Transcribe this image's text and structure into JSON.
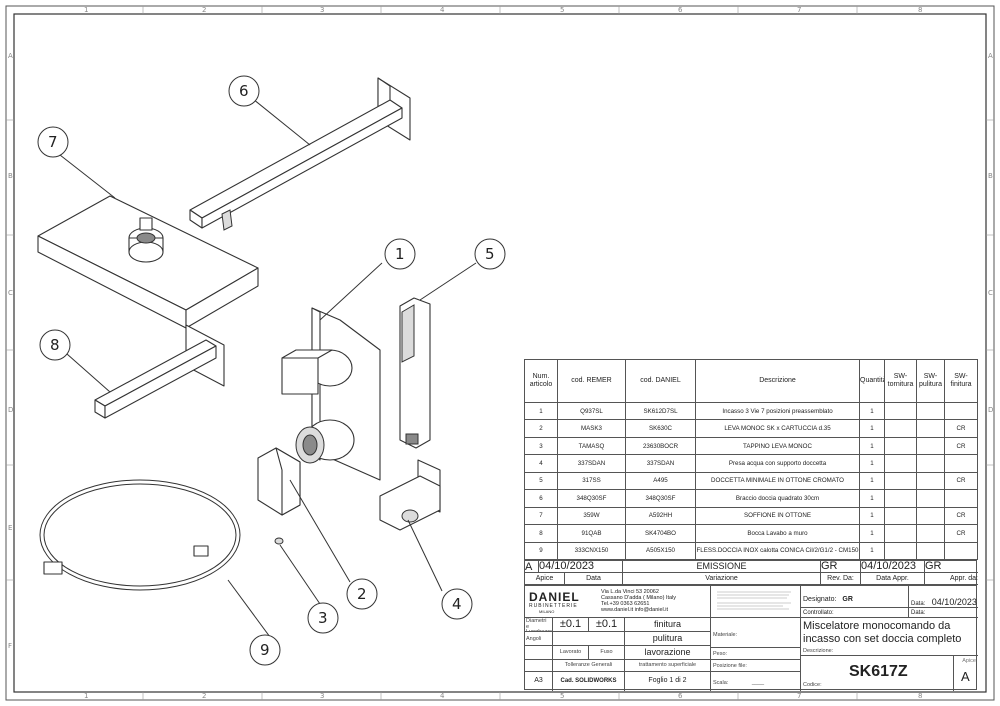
{
  "zones": {
    "cols": [
      "1",
      "2",
      "3",
      "4",
      "5",
      "6",
      "7",
      "8"
    ],
    "rows": [
      "A",
      "B",
      "C",
      "D",
      "E",
      "F"
    ]
  },
  "balloons": [
    "1",
    "2",
    "3",
    "4",
    "5",
    "6",
    "7",
    "8",
    "9"
  ],
  "bom": {
    "headers": [
      "Num. articolo",
      "cod. REMER",
      "cod. DANIEL",
      "Descrizione",
      "Quantità",
      "SW-tornitura",
      "SW-pulitura",
      "SW-finitura"
    ],
    "rows": [
      [
        "1",
        "Q937SL",
        "SK612D7SL",
        "Incasso 3 Vie 7 posizioni preassemblato",
        "1",
        "",
        "",
        ""
      ],
      [
        "2",
        "MASK3",
        "SK630C",
        "LEVA MONOC SK x CARTUCCIA d.35",
        "1",
        "",
        "",
        "CR"
      ],
      [
        "3",
        "TAMASQ",
        "23630BOCR",
        "TAPPINO LEVA MONOC",
        "1",
        "",
        "",
        "CR"
      ],
      [
        "4",
        "337SDAN",
        "337SDAN",
        "Presa acqua con supporto doccetta",
        "1",
        "",
        "",
        ""
      ],
      [
        "5",
        "317SS",
        "A495",
        "DOCCETTA MINIMALE IN OTTONE CROMATO",
        "1",
        "",
        "",
        "CR"
      ],
      [
        "6",
        "348Q30SF",
        "348Q30SF",
        "Braccio doccia quadrato 30cm",
        "1",
        "",
        "",
        ""
      ],
      [
        "7",
        "359W",
        "A592HH",
        "SOFFIONE IN OTTONE",
        "1",
        "",
        "",
        "CR"
      ],
      [
        "8",
        "91QAB",
        "SK4704BO",
        "Bocca Lavabo a muro",
        "1",
        "",
        "",
        "CR"
      ],
      [
        "9",
        "333CNX150",
        "A505X150",
        "FLESS.DOCCIA INOX calotta CONICA Cil/2/G1/2 - CM150",
        "1",
        "",
        "",
        ""
      ]
    ]
  },
  "revision": {
    "apice": "A",
    "data": "04/10/2023",
    "variazione": "EMISSIONE",
    "rev_da": "GR",
    "data_appr": "04/10/2023",
    "appr_da": "GR",
    "h_apice": "Apice",
    "h_data": "Data",
    "h_variazione": "Variazione",
    "h_rev_da": "Rev. Da:",
    "h_data_appr": "Data Appr.",
    "h_appr_da": "Appr. da:"
  },
  "company": {
    "logo": "DANIEL",
    "sub": "RUBINETTERIE",
    "city": "MILANO",
    "addr1": "Via L.da Vinci  53  20062",
    "addr2": "Cassano D'adda ( Milano) Italy",
    "addr3": "Tel.+39 0363 62651",
    "addr4": "www.daniel.it   info@daniel.it"
  },
  "title_block": {
    "disegnato_lbl": "Designato:",
    "disegnato": "GR",
    "data_lbl": "Data:",
    "data": "04/10/2023",
    "controllato_lbl": "Controllato:",
    "data2_lbl": "Data:",
    "descr_line1": "Miscelatore monocomando da",
    "descr_line2": "incasso con set doccia completo",
    "descrizione_lbl": "Descrizione:",
    "code": "SK617Z",
    "codice_lbl": "Codice:",
    "apice_lbl": "Apice",
    "apice": "A",
    "diam_lbl": "Diametri e Lunghezze",
    "angoli_lbl": "Angoli",
    "tol1": "±0.1",
    "tol2": "±0.1",
    "finitura": "finitura",
    "pulitura": "pulitura",
    "lavorazione": "lavorazione",
    "lavorato": "Lavorato",
    "fuso": "Fuso",
    "toll_gen": "Tolleranze Generali",
    "tratt": "trattamento superficiale",
    "materiale_lbl": "Materiale:",
    "peso_lbl": "Peso:",
    "posizione_lbl": "Posizione file:",
    "scala_lbl": "Scala:",
    "scala": "____",
    "formato": "A3",
    "cad": "Cad. SOLIDWORKS",
    "foglio": "Foglio 1 di 2"
  }
}
